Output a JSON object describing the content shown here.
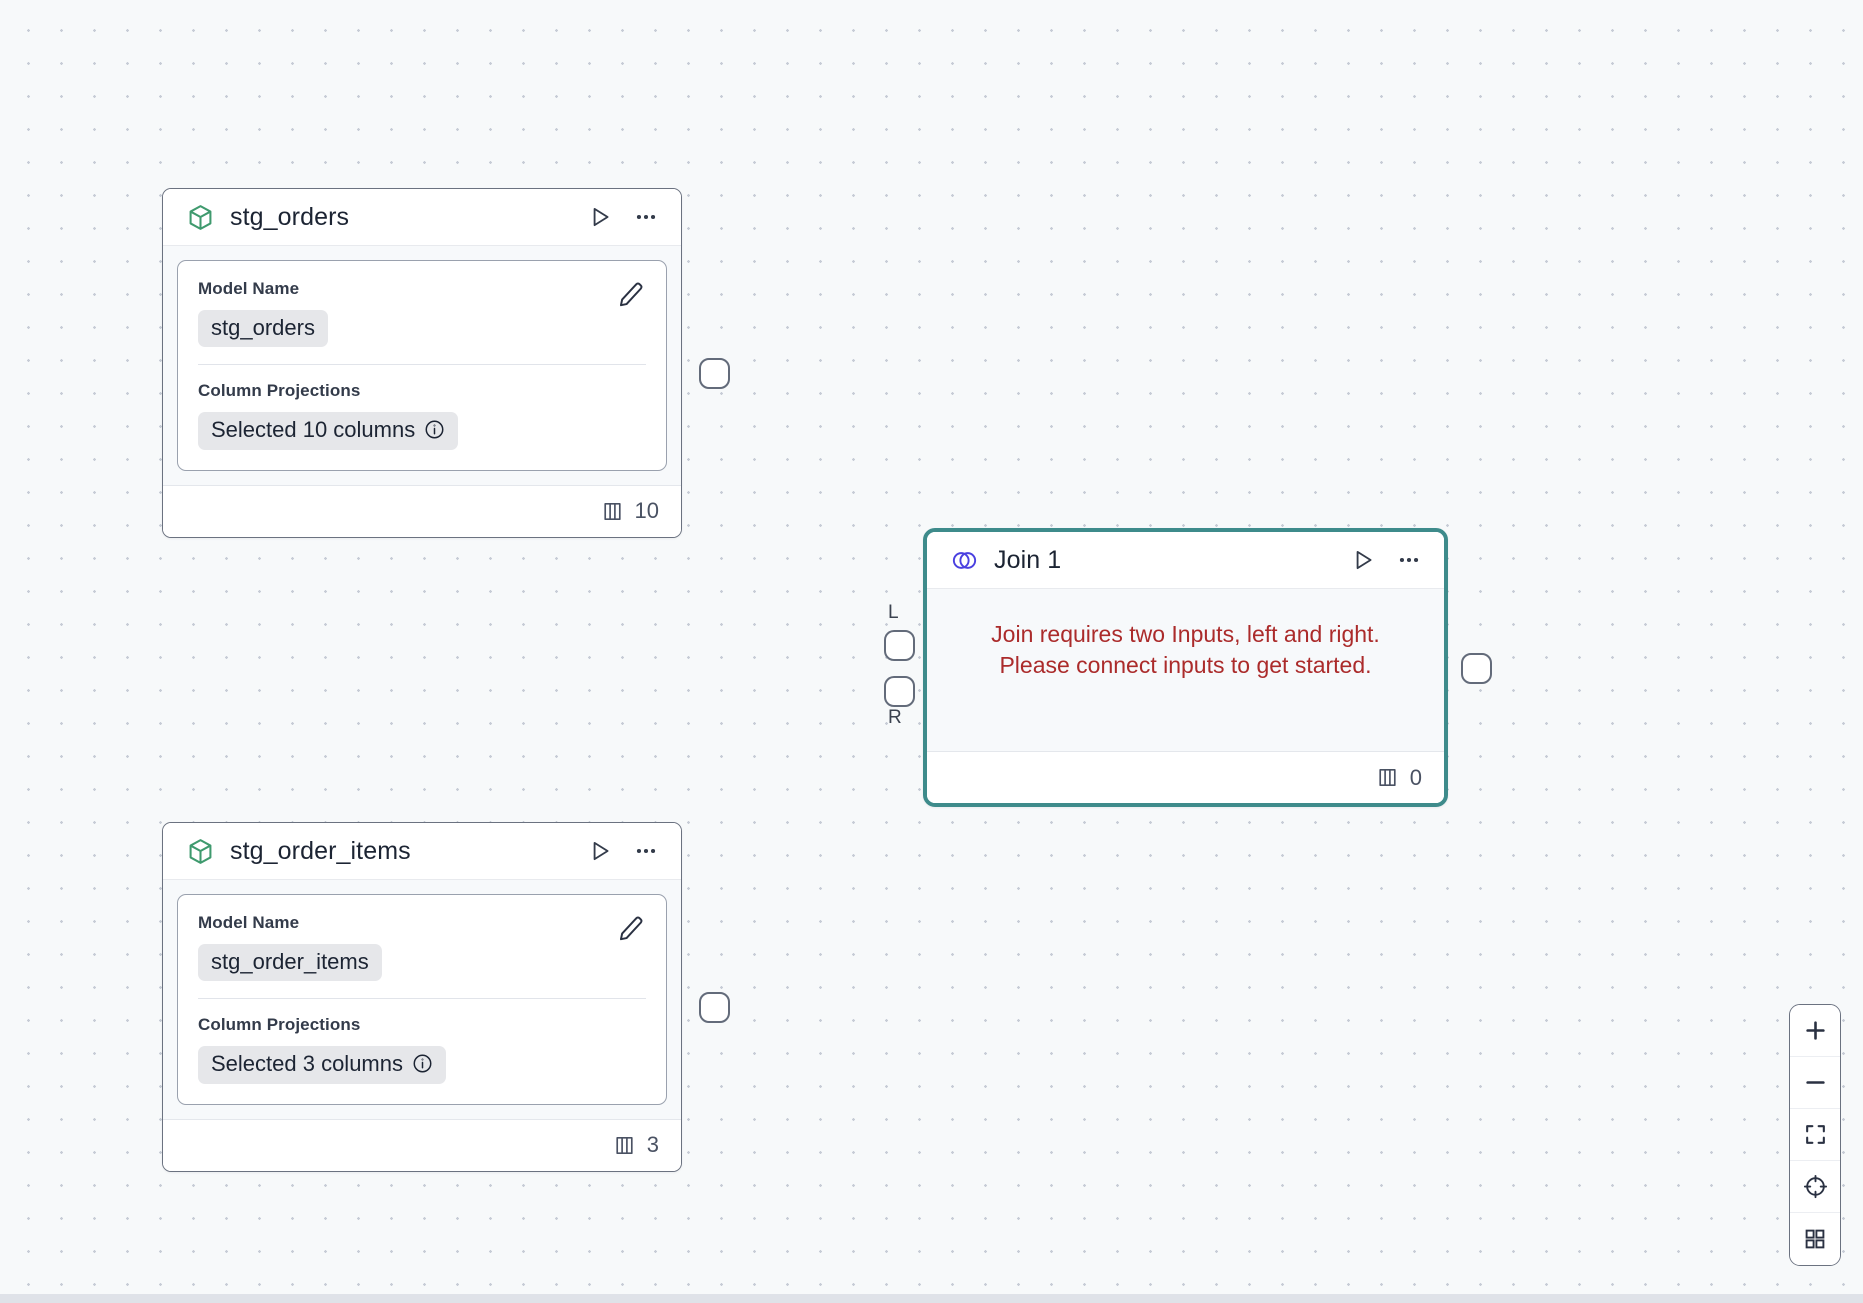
{
  "canvas": {
    "background_color": "#f7f9fa",
    "grid_dot_color": "#c7ccd6",
    "grid": "dots"
  },
  "nodes": [
    {
      "id": "stg_orders",
      "type": "model",
      "icon": "cube-icon",
      "icon_color": "#3f9a6e",
      "title": "stg_orders",
      "run_label": "Run",
      "menu_label": "More options",
      "fields": {
        "model_name_label": "Model Name",
        "model_name_value": "stg_orders",
        "edit_label": "Edit",
        "column_projections_label": "Column Projections",
        "column_projections_value": "Selected 10 columns"
      },
      "footer": {
        "icon": "columns-icon",
        "count": "10"
      },
      "output_port_label": ""
    },
    {
      "id": "join_1",
      "type": "join",
      "icon": "venn-icon",
      "icon_color": "#4a40e0",
      "border_color": "#3e8b8b",
      "title": "Join 1",
      "run_label": "Run",
      "menu_label": "More options",
      "error_message_line1": "Join requires two Inputs, left and right.",
      "error_message_line2": "Please connect inputs to get started.",
      "error_color": "#ab2b2b",
      "input_ports": [
        {
          "label": "L",
          "name": "left"
        },
        {
          "label": "R",
          "name": "right"
        }
      ],
      "footer": {
        "icon": "columns-icon",
        "count": "0"
      }
    },
    {
      "id": "stg_order_items",
      "type": "model",
      "icon": "cube-icon",
      "icon_color": "#3f9a6e",
      "title": "stg_order_items",
      "run_label": "Run",
      "menu_label": "More options",
      "fields": {
        "model_name_label": "Model Name",
        "model_name_value": "stg_order_items",
        "edit_label": "Edit",
        "column_projections_label": "Column Projections",
        "column_projections_value": "Selected 3 columns"
      },
      "footer": {
        "icon": "columns-icon",
        "count": "3"
      },
      "output_port_label": ""
    }
  ],
  "zoom_panel": {
    "buttons": [
      {
        "name": "zoom-in",
        "icon": "plus-icon",
        "label": "Zoom in"
      },
      {
        "name": "zoom-out",
        "icon": "minus-icon",
        "label": "Zoom out"
      },
      {
        "name": "fit-view",
        "icon": "fit-screen-icon",
        "label": "Fit view"
      },
      {
        "name": "recenter",
        "icon": "crosshair-icon",
        "label": "Re-center"
      },
      {
        "name": "toggle-grid",
        "icon": "grid-icon",
        "label": "Toggle grid"
      }
    ]
  }
}
